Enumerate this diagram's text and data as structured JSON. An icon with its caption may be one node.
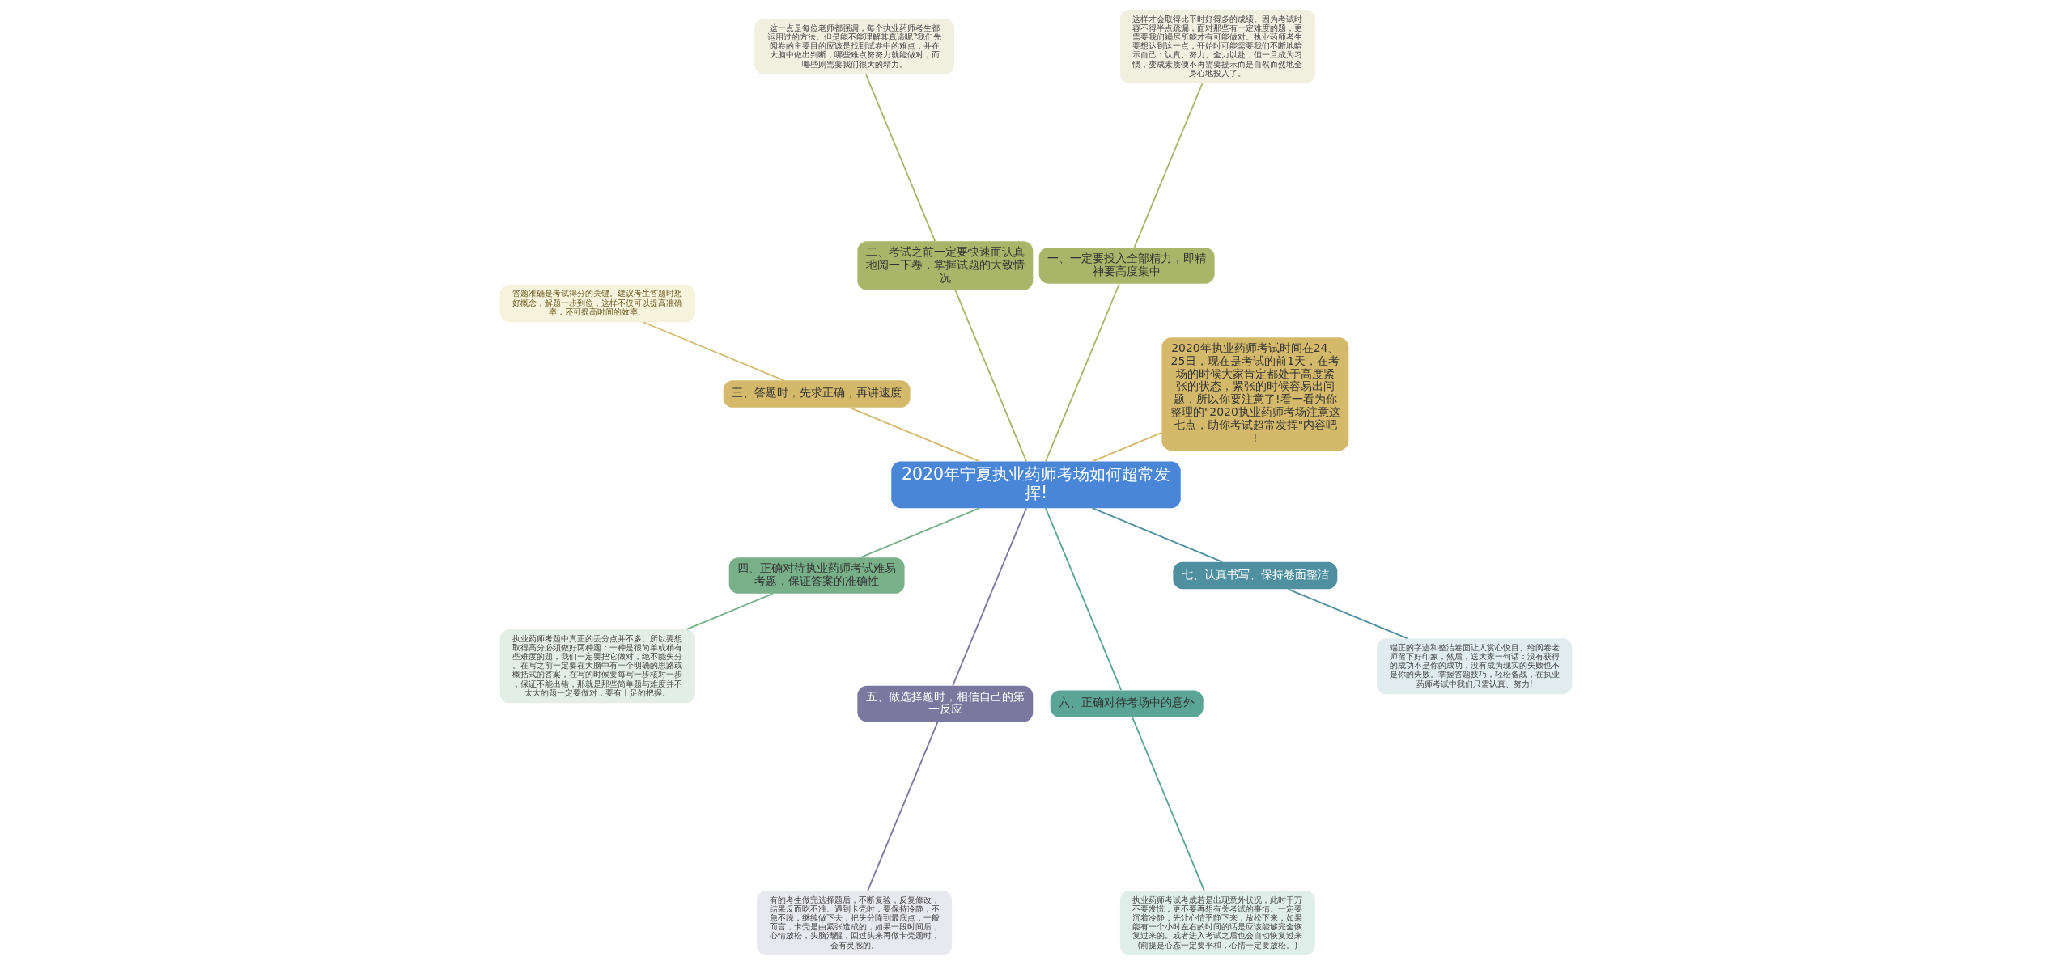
{
  "diagram": {
    "nodes": [
      {
        "text": [
          "2020年宁夏执业药师考场如何超常发挥!"
        ]
      },
      {
        "text": [
          "2020年执业药师考试时间在24、25日，现在是考试的前1天，在考场的时候大家肯定都处于高度紧张的状态，紧张的时候容易出问题，所以你要注意了!看一看为你整理的\"2020执业药师考场注意这七点，助你考试超常发挥\"内容吧!"
        ]
      },
      {
        "text": [
          "一、一定要投入全部精力，即精神要高度集中"
        ]
      },
      {
        "text": [
          "这样才会取得比平时好得多的成绩。因为考试时容不得半点疏漏，面对那些有一定难度的题，更需要我们竭尽所能才有可能做对。执业药师考生要想达到这一点，开始时可能需要我们不断地暗示自己：认真、努力、全力以赴，但一旦成为习惯，变成素质便不再需要提示而是自然而然地全身心地投入了。"
        ]
      },
      {
        "text": [
          "二、考试之前一定要快速而认真地阅一下卷，掌握试题的大致情况"
        ]
      },
      {
        "text": [
          "这一点是每位老师都强调，每个执业药师考生都运用过的方法。但是能不能理解其真谛呢?我们先阅卷的主要目的应该是找到试卷中的难点，并在大脑中做出判断，哪些难点努努力就能做对，而哪些则需要我们很大的精力。"
        ]
      },
      {
        "text": [
          "三、答题时，先求正确，再讲速度"
        ]
      },
      {
        "text": [
          "答题准确是考试得分的关键。建议考生答题时想好概念，解题一步到位，这样不仅可以提高准确率，还可提高时间的效率。"
        ]
      },
      {
        "text": [
          "四、正确对待执业药师考试难易考题，保证答案的准确性"
        ]
      },
      {
        "text": [
          "执业药师考题中真正的丢分点并不多。所以要想取得高分必须做好两种题：一种是很简单或稍有些难度的题，我们一定要把它做对，绝不能失分。在写之前一定要在大脑中有一个明确的思路或概括式的答案，在写的时候要每写一步核对一步，保证不能出错，那就是那些简单题与难度并不太大的题一定要做对，要有十足的把握。"
        ]
      },
      {
        "text": [
          "五、做选择题时，相信自己的第一反应"
        ]
      },
      {
        "text": [
          "有的考生做完选择题后，不断复验，反复修改，结果反而吃不准。遇到卡壳时，要保持冷静，不急不躁，继续做下去，把失分降到最底点，一般而言，卡壳是由紧张造成的，如果一段时间后，心情放松，头脑清醒，回过头来再做卡壳题时，会有灵感的。"
        ]
      },
      {
        "text": [
          "六、正确对待考场中的意外"
        ]
      },
      {
        "text": [
          "执业药师考试考成若是出现意外状况，此时千万不要发慌，更不要再想有关考试的事情。一定要沉着冷静，先让心情平静下来，放松下来，如果能有一个小时左右的时间的话是应该能够完全恢复过来的。或者进入考试之后也会自动恢复过来(前提是心态一定要平和，心情一定要放松。)"
        ]
      },
      {
        "text": [
          "七、认真书写、保持卷面整洁"
        ]
      },
      {
        "text": [
          "端正的字迹和整洁卷面让人赏心悦目、给阅卷老师留下好印象，然后，送大家一句话：没有获得的成功不是你的成功，没有成为现实的失败也不是你的失败。掌握答题技巧，轻松备战，在执业药师考试中我们只需认真、努力!"
        ]
      }
    ],
    "edges": [
      {
        "from": 0,
        "to": 1,
        "arrow": "none",
        "color": "#d4b96a"
      },
      {
        "from": 0,
        "to": 2,
        "arrow": "none",
        "color": "#a9b66a"
      },
      {
        "from": 2,
        "to": 3,
        "arrow": "none",
        "color": "#a9b66a"
      },
      {
        "from": 0,
        "to": 4,
        "arrow": "none",
        "color": "#a9b66a"
      },
      {
        "from": 4,
        "to": 5,
        "arrow": "none",
        "color": "#a9b66a"
      },
      {
        "from": 0,
        "to": 6,
        "arrow": "none",
        "color": "#d4b96a"
      },
      {
        "from": 6,
        "to": 7,
        "arrow": "none",
        "color": "#d4b96a"
      },
      {
        "from": 0,
        "to": 8,
        "arrow": "none",
        "color": "#78b08a"
      },
      {
        "from": 8,
        "to": 9,
        "arrow": "none",
        "color": "#78b08a"
      },
      {
        "from": 0,
        "to": 10,
        "arrow": "none",
        "color": "#7a789e"
      },
      {
        "from": 10,
        "to": 11,
        "arrow": "none",
        "color": "#7a789e"
      },
      {
        "from": 0,
        "to": 12,
        "arrow": "none",
        "color": "#5aa595"
      },
      {
        "from": 12,
        "to": 13,
        "arrow": "none",
        "color": "#5aa595"
      },
      {
        "from": 0,
        "to": 14,
        "arrow": "none",
        "color": "#4e8fa0"
      },
      {
        "from": 14,
        "to": 15,
        "arrow": "none",
        "color": "#4e8fa0"
      }
    ]
  }
}
